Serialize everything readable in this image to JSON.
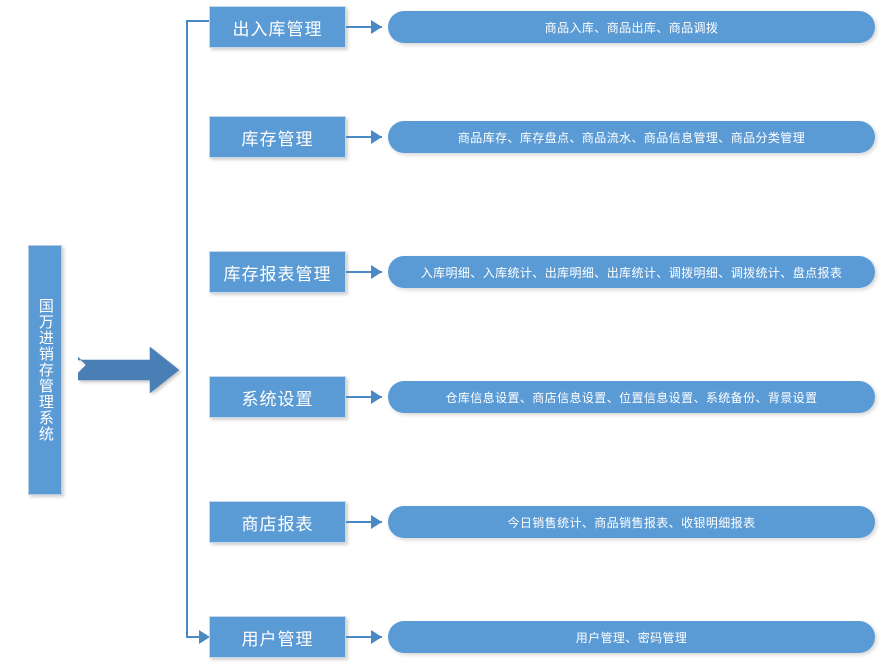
{
  "diagram": {
    "type": "tree",
    "title_bar": {
      "label": "国万进销存管理系统",
      "orientation": "vertical"
    },
    "flow_arrow": {
      "name": "big-right-arrow",
      "direction": "right"
    },
    "colors": {
      "node_fill": "#5b9bd5",
      "node_border": "#c6d9ec",
      "connector": "#4a89c4",
      "text": "#ffffff",
      "background": "#ffffff"
    },
    "modules": [
      {
        "name": "出入库管理",
        "details": "商品入库、商品出库、商品调拨"
      },
      {
        "name": "库存管理",
        "details": "商品库存、库存盘点、商品流水、商品信息管理、商品分类管理"
      },
      {
        "name": "库存报表管理",
        "details": "入库明细、入库统计、出库明细、出库统计、调拨明细、调拨统计、盘点报表"
      },
      {
        "name": "系统设置",
        "details": "仓库信息设置、商店信息设置、位置信息设置、系统备份、背景设置"
      },
      {
        "name": "商店报表",
        "details": "今日销售统计、商品销售报表、收银明细报表"
      },
      {
        "name": "用户管理",
        "details": "用户管理、密码管理"
      }
    ]
  }
}
